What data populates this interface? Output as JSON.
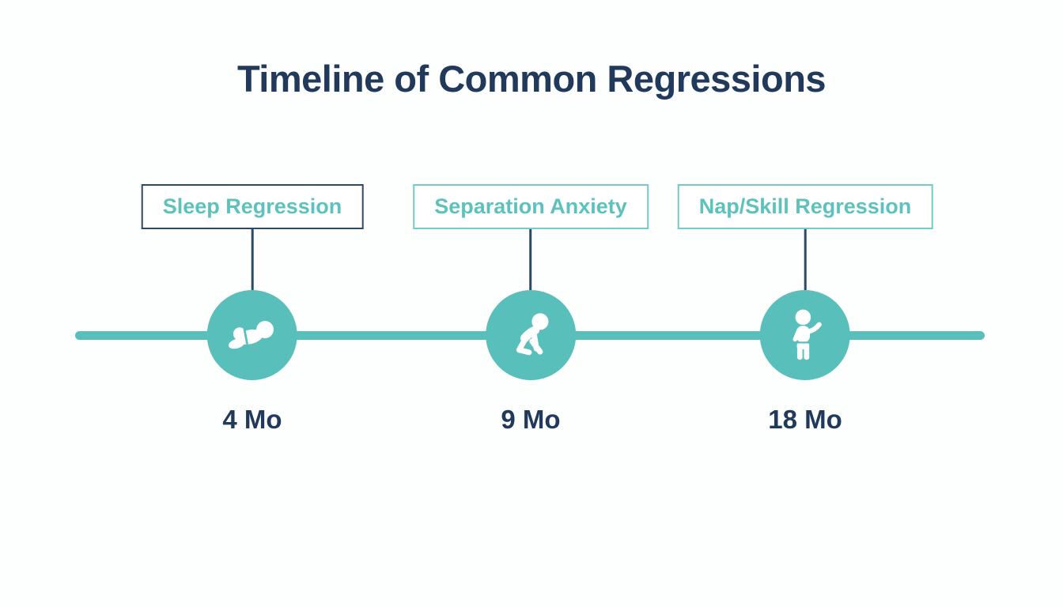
{
  "title": "Timeline of Common Regressions",
  "colors": {
    "navy_text": "#21395b",
    "navy_line": "#2e4a63",
    "teal": "#59bfba",
    "teal_text": "#5ec2bc",
    "teal_border": "#74cbc5",
    "background": "#fdfefe"
  },
  "milestones": [
    {
      "label": "Sleep Regression",
      "age": "4 Mo",
      "icon": "baby-sleeping-icon"
    },
    {
      "label": "Separation Anxiety",
      "age": "9 Mo",
      "icon": "baby-crawling-icon"
    },
    {
      "label": "Nap/Skill Regression",
      "age": "18 Mo",
      "icon": "toddler-standing-icon"
    }
  ]
}
